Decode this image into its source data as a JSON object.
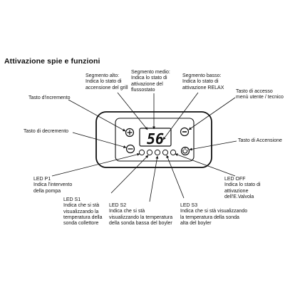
{
  "title": "Attivazione spie e funzioni",
  "display": {
    "value": "56"
  },
  "labels": {
    "segmento_alto": [
      "Segmento alto:",
      "Indica lo stato di",
      "accensione del grill"
    ],
    "segmento_medio": [
      "Segmento medio:",
      "Indica lo stato di",
      "attivazione del",
      "flussostato"
    ],
    "segmento_basso": [
      "Segmento basso:",
      "Indica lo stato di",
      "attivazione RELAX"
    ],
    "tasto_incremento": [
      "Tasto d'incremento"
    ],
    "tasto_menu": [
      "Tasto di accesso",
      "menù utente / tecnico"
    ],
    "tasto_decremento": [
      "Tasto di decremento"
    ],
    "tasto_accensione": [
      "Tasto di Accensione"
    ],
    "led_p1": [
      "LED P1",
      "Indica l'intervento",
      "della pompa"
    ],
    "led_off": [
      "LED OFF",
      "Indica lo stato di",
      "attivazione",
      "dell'E.Valvola"
    ],
    "led_s1": [
      "LED S1",
      "Indica che si stà",
      "visualizzando la",
      "temperatura della",
      "sonda collettore"
    ],
    "led_s2": [
      "LED S2",
      "Indica che si stà",
      "visualizzando la temperatura",
      "della sonda bassa del boyler"
    ],
    "led_s3": [
      "LED S3",
      "Indica che si stà visualizzando",
      "la temperatura della sonda",
      "alta del boyler"
    ]
  }
}
